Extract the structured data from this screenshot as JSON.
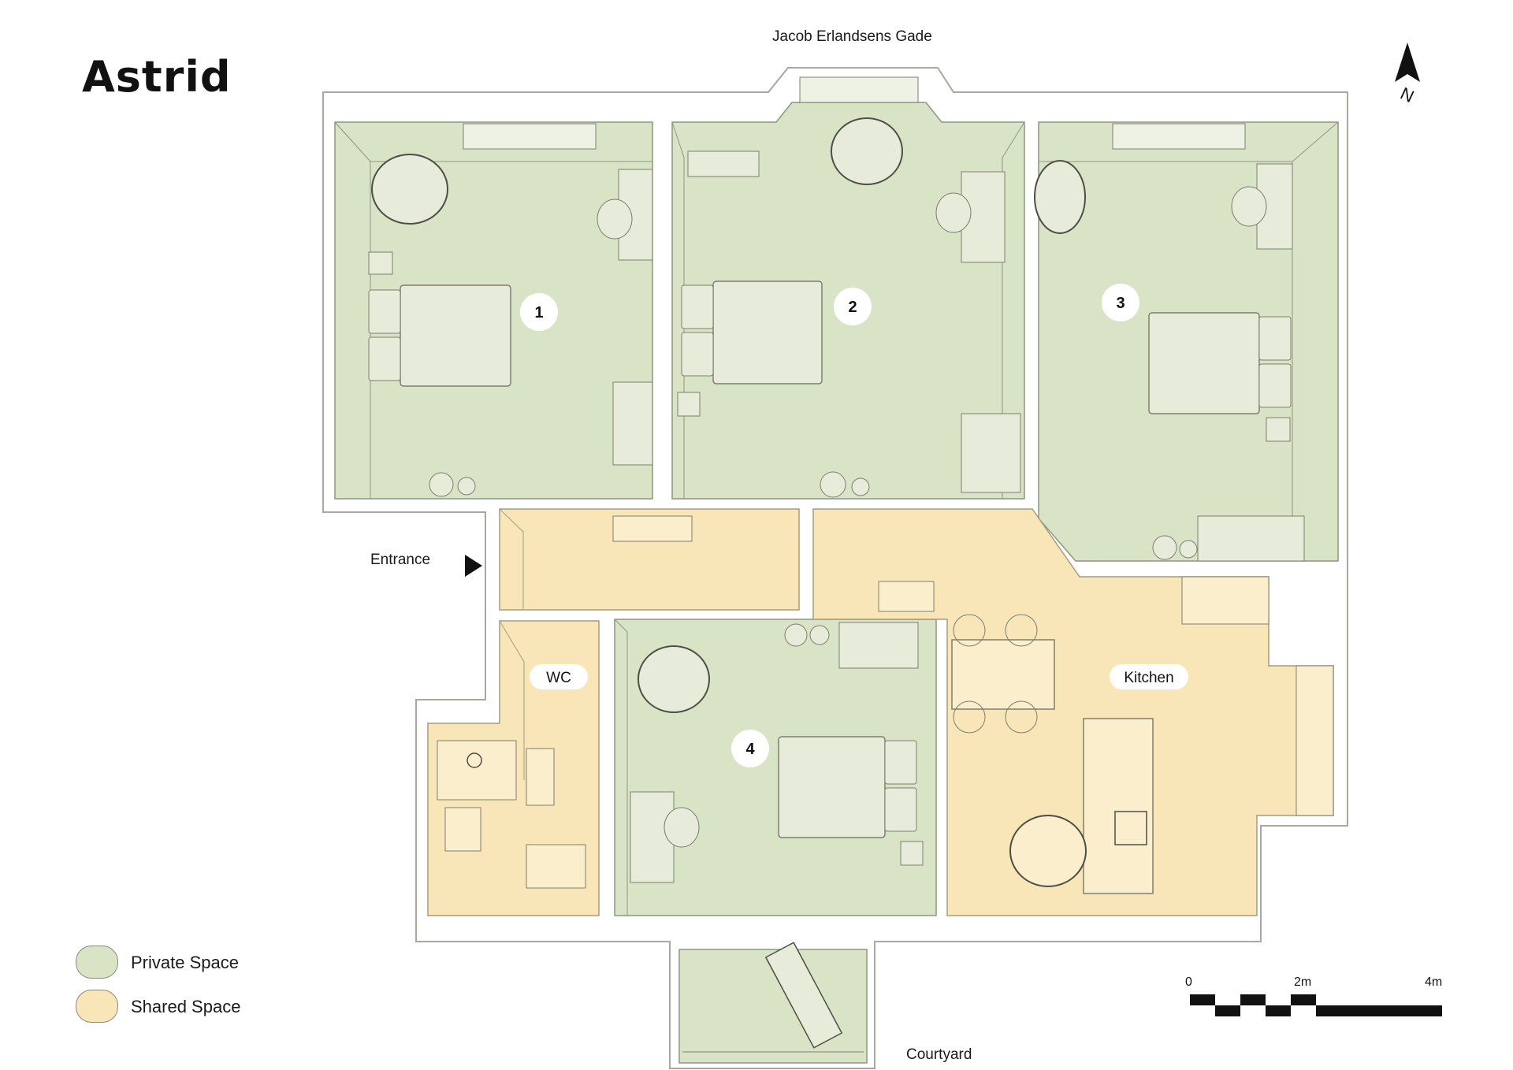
{
  "title": "Astrid",
  "street_label": "Jacob Erlandsens Gade",
  "entrance_label": "Entrance",
  "courtyard_label": "Courtyard",
  "rooms": [
    {
      "id": "room-1",
      "label": "1"
    },
    {
      "id": "room-2",
      "label": "2"
    },
    {
      "id": "room-3",
      "label": "3"
    },
    {
      "id": "room-4",
      "label": "4"
    },
    {
      "id": "wc",
      "label": "WC"
    },
    {
      "id": "kitchen",
      "label": "Kitchen"
    }
  ],
  "legend": [
    {
      "label": "Private Space",
      "color": "#d9e4c7"
    },
    {
      "label": "Shared Space",
      "color": "#f8e6b8"
    }
  ],
  "scale_bar": {
    "labels": [
      "0",
      "2m",
      "4m"
    ]
  },
  "colors": {
    "private": "#d9e4c7",
    "shared": "#f8e6b8",
    "furniture": "#e6ecd9",
    "furniture_shared": "#faeecc",
    "wall": "#ffffff",
    "line": "#7e7e6e"
  },
  "icons": [
    "north-arrow-icon"
  ]
}
